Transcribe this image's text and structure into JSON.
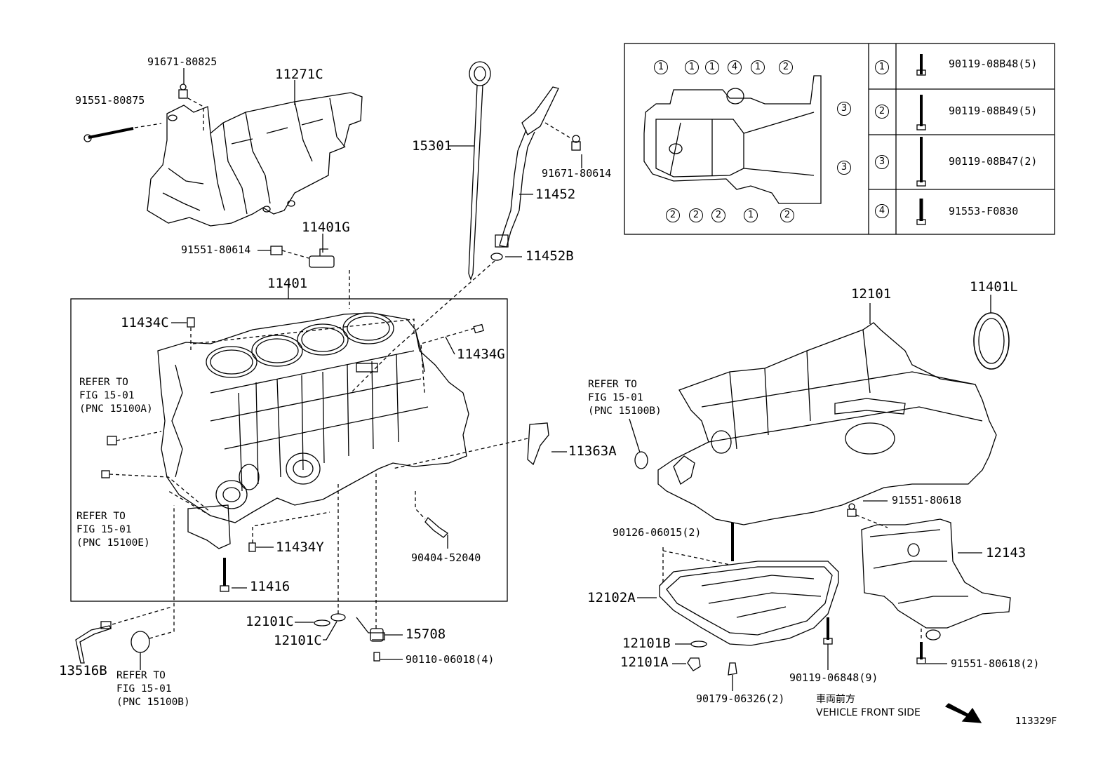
{
  "diagram_id": "113329F",
  "orientation": {
    "japanese": "車両前方",
    "english": "VEHICLE FRONT SIDE"
  },
  "parts": {
    "p11271C": "11271C",
    "p91671_80825": "91671-80825",
    "p91551_80875": "91551-80875",
    "p15301": "15301",
    "p91671_80614": "91671-80614",
    "p11452": "11452",
    "p11452B": "11452B",
    "p11401G": "11401G",
    "p91551_80614": "91551-80614",
    "p11401": "11401",
    "p11434C": "11434C",
    "p11434G": "11434G",
    "p11363A": "11363A",
    "p11434Y": "11434Y",
    "p90404_52040": "90404-52040",
    "p11416": "11416",
    "p12101C_a": "12101C",
    "p12101C_b": "12101C",
    "p15708": "15708",
    "p90110_06018": "90110-06018(4)",
    "p13516B": "13516B",
    "p12101": "12101",
    "p11401L": "11401L",
    "p91551_80618": "91551-80618",
    "p12143": "12143",
    "p90126_06015": "90126-06015(2)",
    "p12102A": "12102A",
    "p12101B": "12101B",
    "p12101A": "12101A",
    "p90119_06848": "90119-06848(9)",
    "p90179_06326": "90179-06326(2)",
    "p91551_80618_2": "91551-80618(2)"
  },
  "references": {
    "ref_a": "REFER TO\nFIG 15-01\n(PNC 15100A)",
    "ref_e": "REFER TO\nFIG 15-01\n(PNC 15100E)",
    "ref_b1": "REFER TO\nFIG 15-01\n(PNC 15100B)",
    "ref_b2": "REFER TO\nFIG 15-01\n(PNC 15100B)"
  },
  "inset": {
    "markers_top": [
      "1",
      "1",
      "1",
      "4",
      "1",
      "2"
    ],
    "markers_right": [
      "3",
      "3"
    ],
    "markers_bottom": [
      "2",
      "2",
      "2",
      "1",
      "2"
    ],
    "bolt_table": [
      {
        "key": "1",
        "part": "90119-08B48(5)"
      },
      {
        "key": "2",
        "part": "90119-08B49(5)"
      },
      {
        "key": "3",
        "part": "90119-08B47(2)"
      },
      {
        "key": "4",
        "part": "91553-F0830"
      }
    ]
  }
}
